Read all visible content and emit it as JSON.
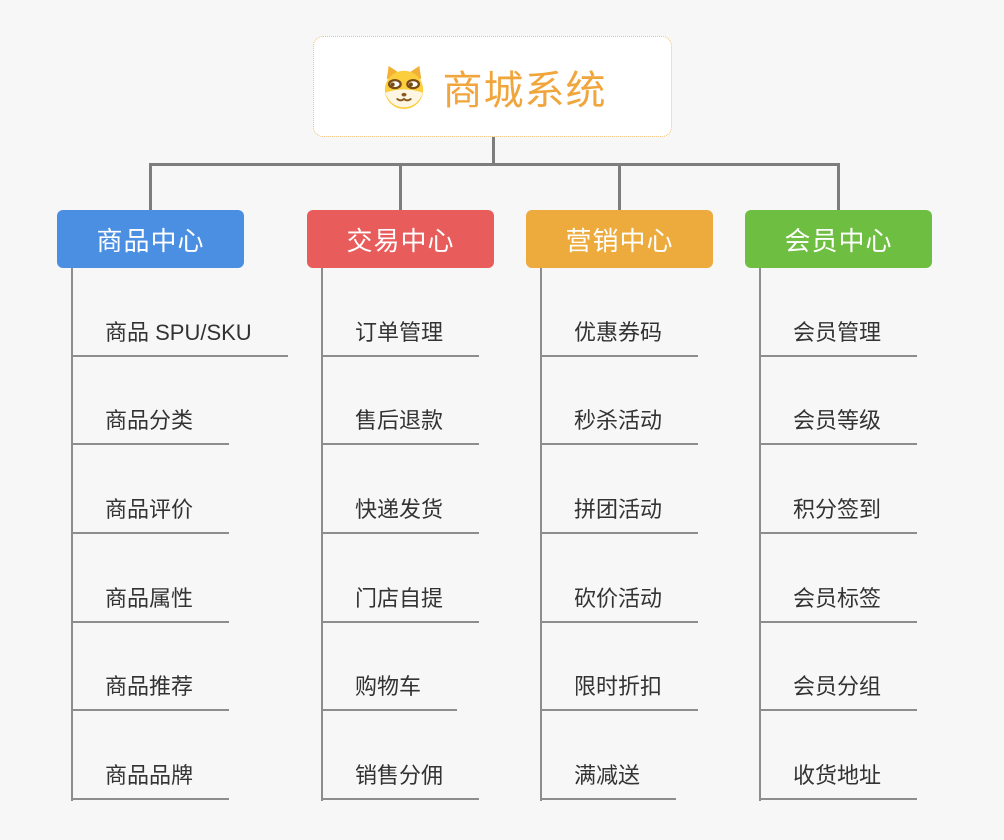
{
  "root": {
    "title": "商城系统",
    "icon": "dog-face-icon"
  },
  "branches": [
    {
      "label": "商品中心",
      "color": "#4B8FE2",
      "items": [
        "商品 SPU/SKU",
        "商品分类",
        "商品评价",
        "商品属性",
        "商品推荐",
        "商品品牌"
      ]
    },
    {
      "label": "交易中心",
      "color": "#E85C5C",
      "items": [
        "订单管理",
        "售后退款",
        "快递发货",
        "门店自提",
        "购物车",
        "销售分佣"
      ]
    },
    {
      "label": "营销中心",
      "color": "#EDAB3E",
      "items": [
        "优惠券码",
        "秒杀活动",
        "拼团活动",
        "砍价活动",
        "限时折扣",
        "满减送"
      ]
    },
    {
      "label": "会员中心",
      "color": "#6EBE42",
      "items": [
        "会员管理",
        "会员等级",
        "积分签到",
        "会员标签",
        "会员分组",
        "收货地址"
      ]
    }
  ],
  "colors": {
    "background": "#F7F7F7",
    "root_border": "#F3BE6C",
    "root_title": "#F0A63D",
    "connector": "#7D7D7D",
    "item_underline": "#8D8D8D",
    "item_text": "#333333"
  }
}
